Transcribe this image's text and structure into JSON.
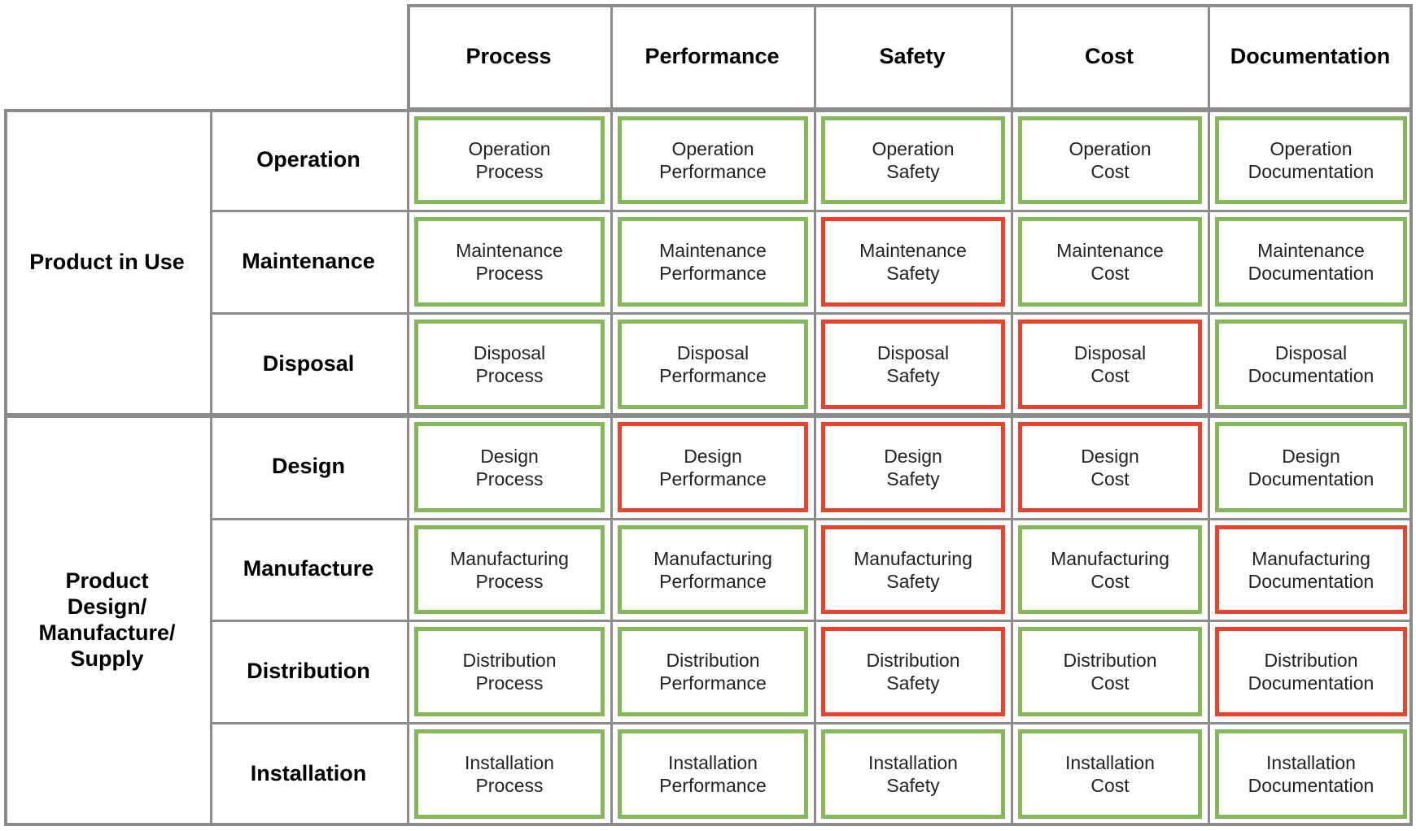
{
  "colors": {
    "good": "#84b85a",
    "bad": "#e8432c",
    "grid": "#8c8c8c"
  },
  "columns": [
    "Process",
    "Performance",
    "Safety",
    "Cost",
    "Documentation"
  ],
  "groups": [
    {
      "label": "Product in Use"
    },
    {
      "label": "Product\nDesign/\nManufacture/\nSupply"
    }
  ],
  "rows": [
    {
      "label": "Operation",
      "group": 0,
      "cells": [
        {
          "line1": "Operation",
          "line2": "Process",
          "status": "good"
        },
        {
          "line1": "Operation",
          "line2": "Performance",
          "status": "good"
        },
        {
          "line1": "Operation",
          "line2": "Safety",
          "status": "good"
        },
        {
          "line1": "Operation",
          "line2": "Cost",
          "status": "good"
        },
        {
          "line1": "Operation",
          "line2": "Documentation",
          "status": "good"
        }
      ]
    },
    {
      "label": "Maintenance",
      "group": 0,
      "cells": [
        {
          "line1": "Maintenance",
          "line2": "Process",
          "status": "good"
        },
        {
          "line1": "Maintenance",
          "line2": "Performance",
          "status": "good"
        },
        {
          "line1": "Maintenance",
          "line2": "Safety",
          "status": "bad"
        },
        {
          "line1": "Maintenance",
          "line2": "Cost",
          "status": "good"
        },
        {
          "line1": "Maintenance",
          "line2": "Documentation",
          "status": "good"
        }
      ]
    },
    {
      "label": "Disposal",
      "group": 0,
      "cells": [
        {
          "line1": "Disposal",
          "line2": "Process",
          "status": "good"
        },
        {
          "line1": "Disposal",
          "line2": "Performance",
          "status": "good"
        },
        {
          "line1": "Disposal",
          "line2": "Safety",
          "status": "bad"
        },
        {
          "line1": "Disposal",
          "line2": "Cost",
          "status": "bad"
        },
        {
          "line1": "Disposal",
          "line2": "Documentation",
          "status": "good"
        }
      ]
    },
    {
      "label": "Design",
      "group": 1,
      "cells": [
        {
          "line1": "Design",
          "line2": "Process",
          "status": "good"
        },
        {
          "line1": "Design",
          "line2": "Performance",
          "status": "bad"
        },
        {
          "line1": "Design",
          "line2": "Safety",
          "status": "bad"
        },
        {
          "line1": "Design",
          "line2": "Cost",
          "status": "bad"
        },
        {
          "line1": "Design",
          "line2": "Documentation",
          "status": "good"
        }
      ]
    },
    {
      "label": "Manufacture",
      "group": 1,
      "cells": [
        {
          "line1": "Manufacturing",
          "line2": "Process",
          "status": "good"
        },
        {
          "line1": "Manufacturing",
          "line2": "Performance",
          "status": "good"
        },
        {
          "line1": "Manufacturing",
          "line2": "Safety",
          "status": "bad"
        },
        {
          "line1": "Manufacturing",
          "line2": "Cost",
          "status": "good"
        },
        {
          "line1": "Manufacturing",
          "line2": "Documentation",
          "status": "bad"
        }
      ]
    },
    {
      "label": "Distribution",
      "group": 1,
      "cells": [
        {
          "line1": "Distribution",
          "line2": "Process",
          "status": "good"
        },
        {
          "line1": "Distribution",
          "line2": "Performance",
          "status": "good"
        },
        {
          "line1": "Distribution",
          "line2": "Safety",
          "status": "bad"
        },
        {
          "line1": "Distribution",
          "line2": "Cost",
          "status": "good"
        },
        {
          "line1": "Distribution",
          "line2": "Documentation",
          "status": "bad"
        }
      ]
    },
    {
      "label": "Installation",
      "group": 1,
      "cells": [
        {
          "line1": "Installation",
          "line2": "Process",
          "status": "good"
        },
        {
          "line1": "Installation",
          "line2": "Performance",
          "status": "good"
        },
        {
          "line1": "Installation",
          "line2": "Safety",
          "status": "good"
        },
        {
          "line1": "Installation",
          "line2": "Cost",
          "status": "good"
        },
        {
          "line1": "Installation",
          "line2": "Documentation",
          "status": "good"
        }
      ]
    }
  ]
}
